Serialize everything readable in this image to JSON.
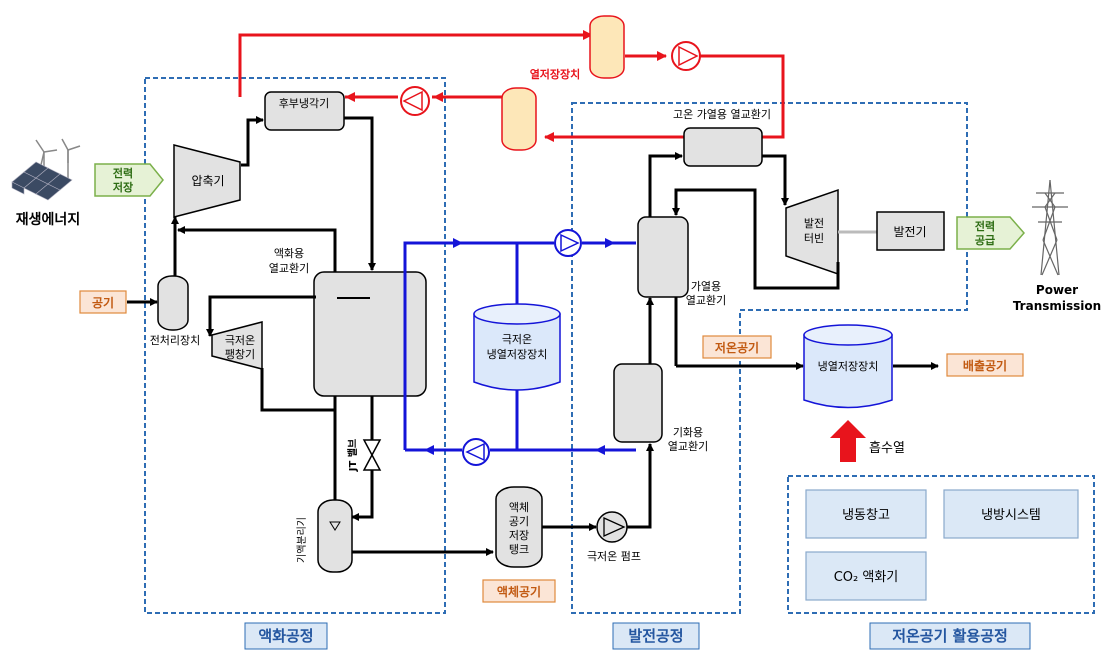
{
  "renewable_energy_label": "재생에너지",
  "power_storage_label_line1": "전력",
  "power_storage_label_line2": "저장",
  "air_input_label": "공기",
  "pretreatment_label": "전처리장치",
  "compressor_label": "압축기",
  "aftercooler_label": "후부냉각기",
  "liquefaction_hx_line1": "액화용",
  "liquefaction_hx_line2": "열교환기",
  "cryo_expander_line1": "극저온",
  "cryo_expander_line2": "팽창기",
  "jt_valve_label": "JT 밸브",
  "separator_label": "기액분리기",
  "liquid_tank_lines": [
    "액체",
    "공기",
    "저장",
    "탱크"
  ],
  "liquid_air_label": "액체공기",
  "cryo_pump_label": "극저온 펌프",
  "thermal_storage_label": "열저장장치",
  "cryo_cold_storage_line1": "극저온",
  "cryo_cold_storage_line2": "냉열저장장치",
  "high_temp_hx_label": "고온 가열용 열교환기",
  "heating_hx_line1": "가열용",
  "heating_hx_line2": "열교환기",
  "vaporization_hx_line1": "기화용",
  "vaporization_hx_line2": "열교환기",
  "turbine_line1": "발전",
  "turbine_line2": "터빈",
  "generator_label": "발전기",
  "power_supply_line1": "전력",
  "power_supply_line2": "공급",
  "power_transmission_line1": "Power",
  "power_transmission_line2": "Transmission",
  "low_temp_air_label": "저온공기",
  "cold_storage_label": "냉열저장장치",
  "exhaust_air_label": "배출공기",
  "heat_absorption_label": "흡수열",
  "freezer_label": "냉동창고",
  "cooling_system_label": "냉방시스템",
  "co2_liquefier_label": "CO₂ 액화기",
  "liquefaction_process_label": "액화공정",
  "power_generation_process_label": "발전공정",
  "low_temp_utilization_label": "저온공기 활용공정",
  "colors": {
    "hot_loop": "#e8141c",
    "cold_loop": "#1414d8",
    "dashed_border": "#2e6db4",
    "green_tag_fill": "#e6f2d6",
    "green_tag_stroke": "#7bb04a",
    "orange_tag_fill": "#fbe5d6",
    "orange_tag_stroke": "#e08a3c",
    "blue_box_fill": "#dbe8f6",
    "tank_blue_fill": "#dbe8fa",
    "tank_orange_fill": "#fde7b8",
    "equipment_gray": "#e2e2e2",
    "arrow_red": "#e8141c"
  }
}
